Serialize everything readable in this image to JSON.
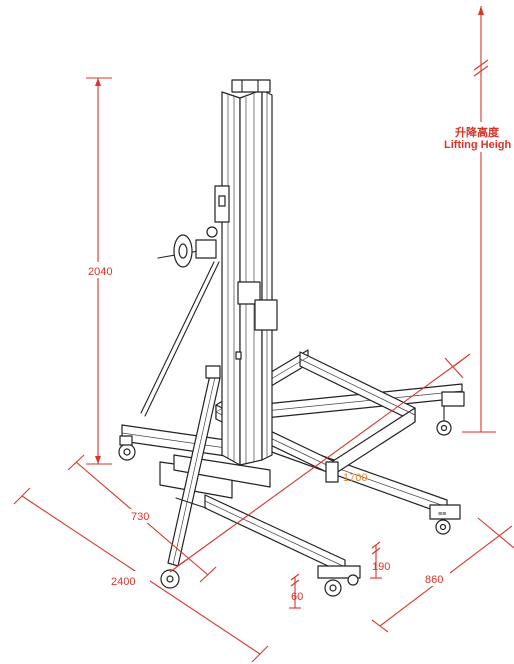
{
  "diagram": {
    "labels": {
      "height_2040": "2040",
      "lifting_height_cn": "升降高度",
      "lifting_height_en": "Lifting Heigh",
      "width_1700": "1700",
      "depth_730": "730",
      "length_2400": "2400",
      "base_860": "860",
      "foot_190": "190",
      "wheel_60": "60"
    },
    "colors": {
      "dimension": "#d9352a",
      "dimension_highlight": "#e08a3a",
      "machine_line": "#222222"
    }
  }
}
